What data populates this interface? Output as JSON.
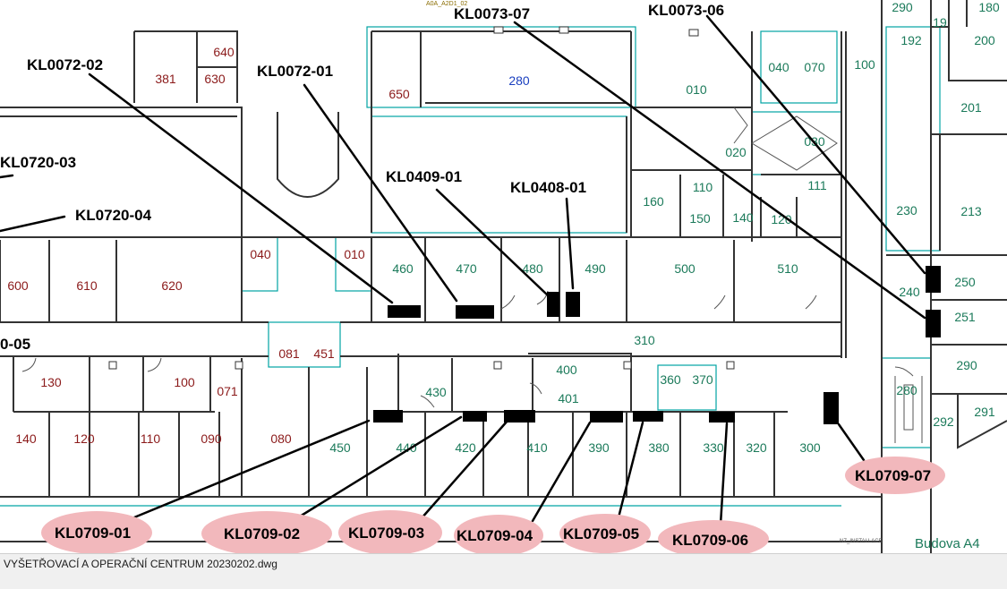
{
  "window": {
    "file_name": "VYŠETŘOVACÍ A OPERAČNÍ CENTRUM 20230202.dwg"
  },
  "plan": {
    "building_label": "Budova A4",
    "top_tag": "A0A_A2D1_02",
    "bottom_tag": "NZ_INSTALLACE"
  },
  "callouts": {
    "kl0072_02": "KL0072-02",
    "kl0072_01": "KL0072-01",
    "kl0073_07": "KL0073-07",
    "kl0073_06": "KL0073-06",
    "kl0720_03": "KL0720-03",
    "kl0720_04": "KL0720-04",
    "kl0409_01": "KL0409-01",
    "kl0408_01": "KL0408-01",
    "partial_05": "0-05",
    "kl0709_01": "KL0709-01",
    "kl0709_02": "KL0709-02",
    "kl0709_03": "KL0709-03",
    "kl0709_04": "KL0709-04",
    "kl0709_05": "KL0709-05",
    "kl0709_06": "KL0709-06",
    "kl0709_07": "KL0709-07"
  },
  "rooms": {
    "r381": "381",
    "r630": "630",
    "r640": "640",
    "r650": "650",
    "r280": "280",
    "r010a": "010",
    "r040a": "040",
    "r070": "070",
    "r100a": "100",
    "r020": "020",
    "r030": "030",
    "r111": "111",
    "r110": "110",
    "r150": "150",
    "r160": "160",
    "r140a": "140",
    "r120a": "120",
    "r460": "460",
    "r470": "470",
    "r480": "480",
    "r490": "490",
    "r500": "500",
    "r510": "510",
    "r600": "600",
    "r610": "610",
    "r620": "620",
    "r040b": "040",
    "r010b": "010",
    "r310": "310",
    "r400": "400",
    "r401": "401",
    "r430": "430",
    "r081": "081",
    "r451": "451",
    "r130": "130",
    "r100b": "100",
    "r071": "071",
    "r140b": "140",
    "r120b": "120",
    "r110b": "110",
    "r090": "090",
    "r080": "080",
    "r450": "450",
    "r440": "440",
    "r420": "420",
    "r410": "410",
    "r390": "390",
    "r380": "380",
    "r330": "330",
    "r320": "320",
    "r300": "300",
    "r290a": "290",
    "r180": "180",
    "r19": "19",
    "r192": "192",
    "r200": "200",
    "r201": "201",
    "r213": "213",
    "r250": "250",
    "r251": "251",
    "r240": "240",
    "r290b": "290",
    "r280b": "280",
    "r291": "291",
    "r292": "292",
    "r230": "230",
    "r360": "360",
    "r370": "370"
  },
  "colors": {
    "callout_bubble": "#f2b8bc",
    "wall": "#333333",
    "room_red": "#8b1a1a",
    "room_green": "#1b7a5a",
    "fixture_cyan": "#00a3a3",
    "device_block": "#000000"
  }
}
